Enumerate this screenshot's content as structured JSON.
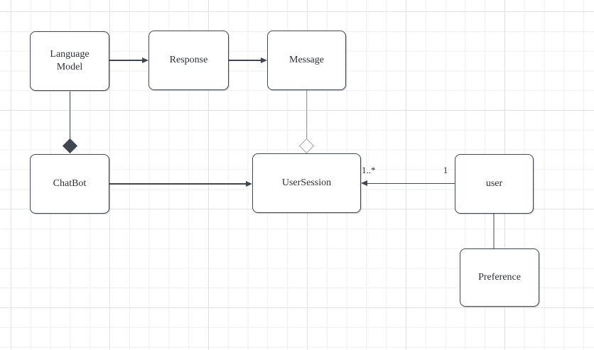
{
  "canvas": {
    "background_color": "#ffffff",
    "grid_minor_color": "#efefef",
    "grid_major_color": "#e2e2e2"
  },
  "palette": {
    "node_fill": "#ffffff",
    "node_border": "#3e4752",
    "edge_dark": "#3e4752",
    "edge_gray": "#9ea4ab",
    "text": "#2c3036"
  },
  "nodes": [
    {
      "id": "language-model",
      "label": "Language\nModel"
    },
    {
      "id": "response",
      "label": "Response"
    },
    {
      "id": "message",
      "label": "Message"
    },
    {
      "id": "chatbot",
      "label": "ChatBot"
    },
    {
      "id": "user-session",
      "label": "UserSession"
    },
    {
      "id": "user",
      "label": "user"
    },
    {
      "id": "preference",
      "label": "Preference"
    }
  ],
  "edges": [
    {
      "from": "Language Model",
      "to": "Response",
      "type": "directed-arrow"
    },
    {
      "from": "Response",
      "to": "Message",
      "type": "directed-arrow"
    },
    {
      "from": "Language Model",
      "to": "ChatBot",
      "type": "composition-filled-diamond"
    },
    {
      "from": "Message",
      "to": "UserSession",
      "type": "aggregation-hollow-diamond"
    },
    {
      "from": "ChatBot",
      "to": "UserSession",
      "type": "directed-arrow"
    },
    {
      "from": "user",
      "to": "UserSession",
      "type": "directed-arrow",
      "source_label": "1",
      "target_label": "1..*"
    },
    {
      "from": "user",
      "to": "Preference",
      "type": "plain-line"
    }
  ]
}
